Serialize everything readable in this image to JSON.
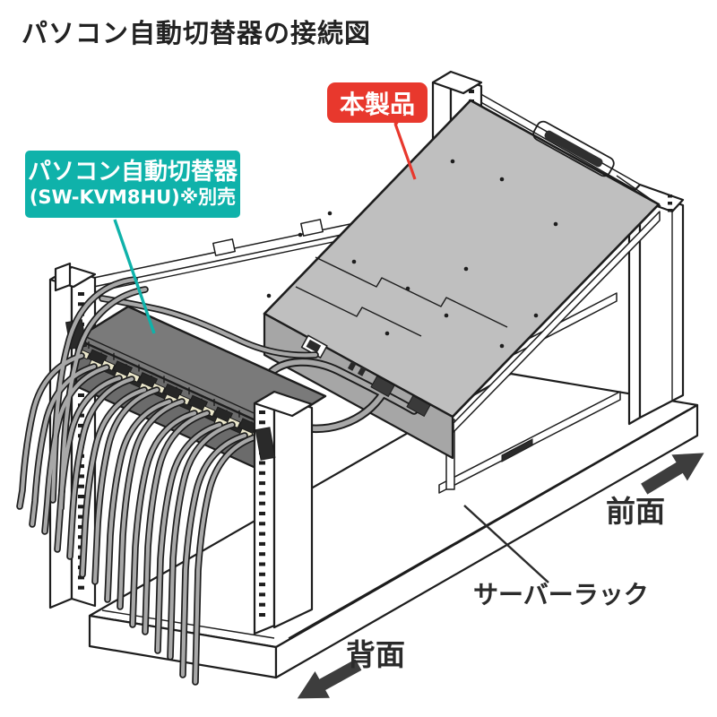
{
  "title": "パソコン自動切替器の接続図",
  "callouts": {
    "product": {
      "label": "本製品",
      "color": "#e8382d"
    },
    "kvm_switch": {
      "label_line1": "パソコン自動切替器",
      "label_line2": "(SW-KVM8HU)※別売",
      "color": "#0fb2aa"
    }
  },
  "directions": {
    "front": "前面",
    "back": "背面"
  },
  "rack_label": "サーバーラック",
  "colors": {
    "accent_red": "#e8382d",
    "accent_teal": "#0fb2aa",
    "drawer_gray": "#bfbfbf",
    "drawer_panel_gray": "#a6a6a6",
    "kvm_top_gray": "#7a7a7a",
    "kvm_front_gray": "#6b6b6b",
    "cable_gray": "#a8a8a8",
    "connector_cream": "#ece8cc",
    "outline": "#1d1d1d",
    "arrow_gray": "#3d3d3d"
  }
}
